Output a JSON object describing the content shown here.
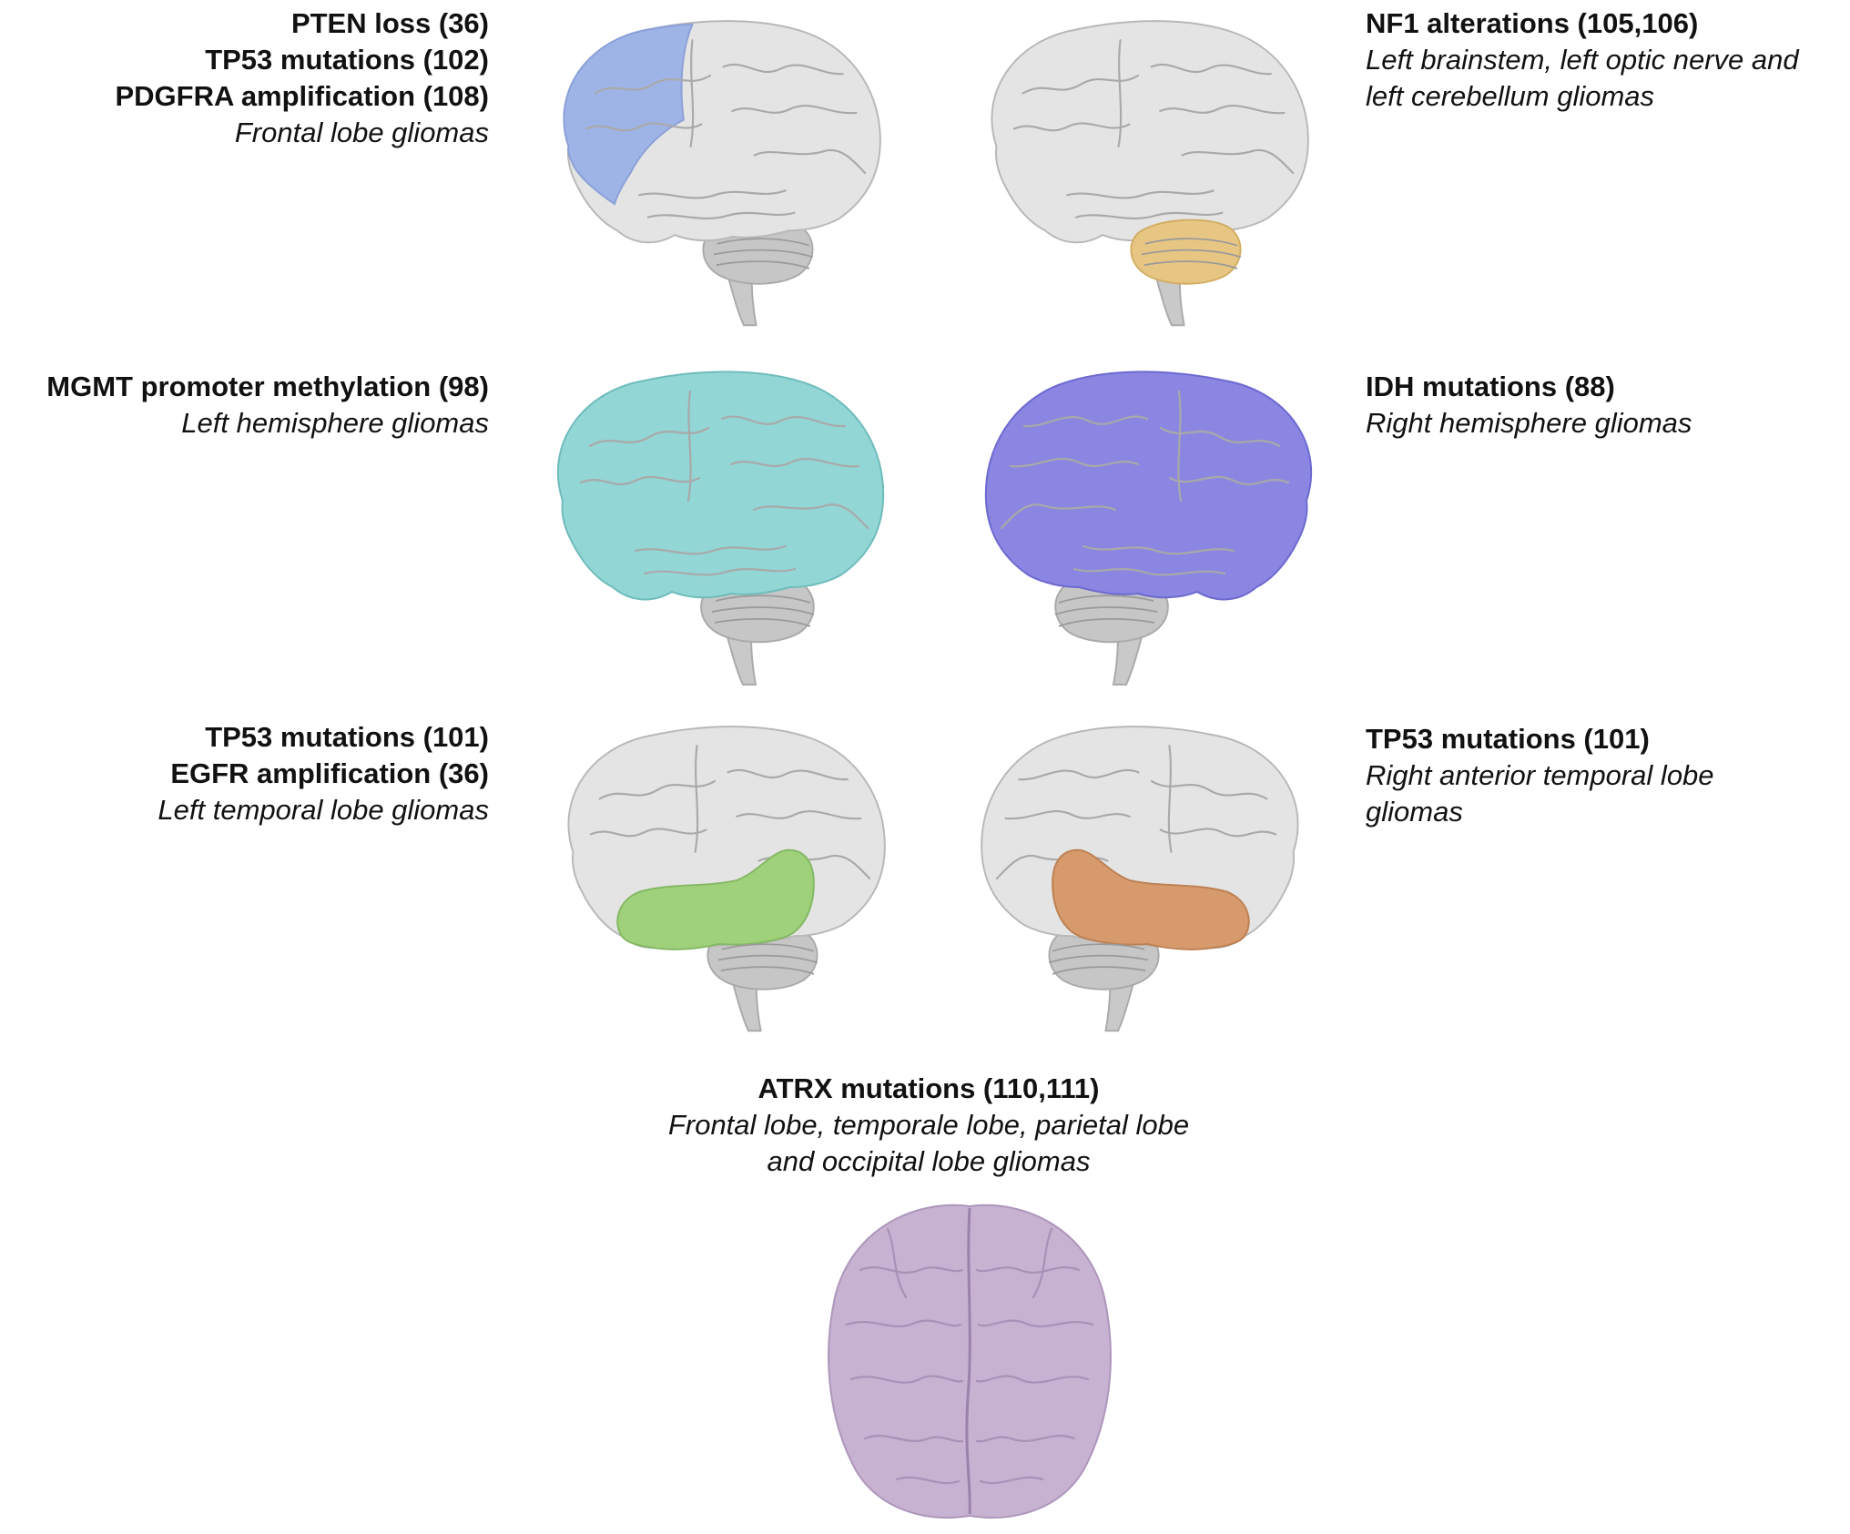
{
  "colors": {
    "frontal": "#9fb4e6",
    "cerebellum": "#e7c684",
    "left_hemisphere": "#93d6d6",
    "right_hemisphere": "#8a86e2",
    "left_temporal": "#9fd07a",
    "right_temporal": "#d69a6c",
    "all_lobes": "#c7b2d2",
    "brain_gray": "#e4e4e4",
    "brain_outline": "#b8b8b8",
    "cerebellum_gray": "#c6c6c6"
  },
  "panels": {
    "frontal": {
      "line1": "PTEN loss (36)",
      "line2": "TP53 mutations (102)",
      "line3": "PDGFRA amplification (108)",
      "note": "Frontal lobe gliomas"
    },
    "cerebellum": {
      "line1": "NF1 alterations (105,106)",
      "note1": "Left brainstem, left optic nerve and",
      "note2": "left cerebellum gliomas"
    },
    "left_hemisphere": {
      "line1": "MGMT promoter methylation (98)",
      "note": "Left hemisphere gliomas"
    },
    "right_hemisphere": {
      "line1": "IDH mutations (88)",
      "note": "Right hemisphere gliomas"
    },
    "left_temporal": {
      "line1": "TP53 mutations (101)",
      "line2": "EGFR amplification (36)",
      "note": "Left temporal lobe gliomas"
    },
    "right_temporal": {
      "line1": "TP53 mutations (101)",
      "note1": "Right anterior temporal lobe",
      "note2": "gliomas"
    },
    "all_lobes": {
      "line1": "ATRX mutations (110,111)",
      "note1": "Frontal lobe, temporale lobe, parietal lobe",
      "note2": "and occipital lobe gliomas"
    }
  }
}
